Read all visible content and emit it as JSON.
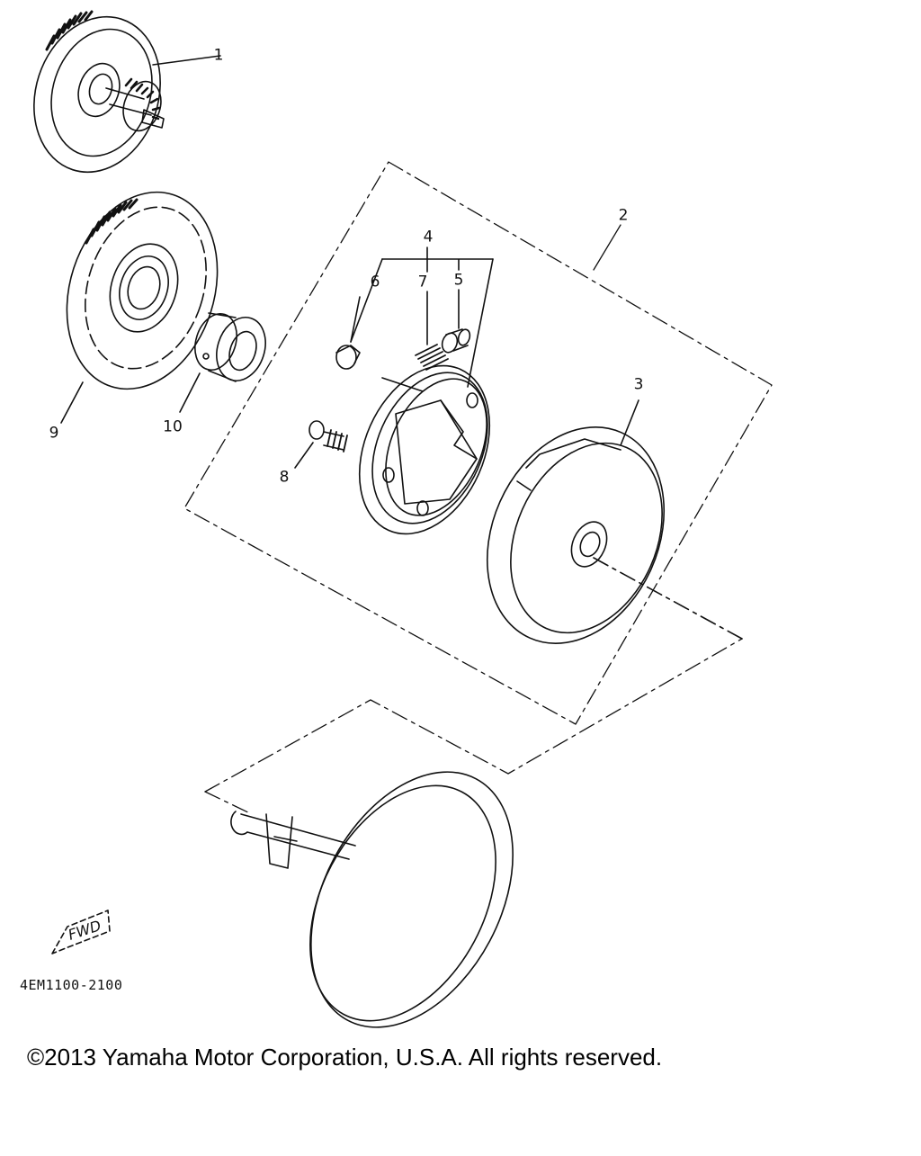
{
  "diagram": {
    "type": "exploded-parts-diagram",
    "callouts": {
      "part_1": "1",
      "part_2": "2",
      "part_3": "3",
      "part_4": "4",
      "part_5": "5",
      "part_6": "6",
      "part_7": "7",
      "part_8": "8",
      "part_9": "9",
      "part_10": "10"
    },
    "direction_marker": "FWD",
    "diagram_code": "4EM1100-2100",
    "colors": {
      "ink": "#111111",
      "background": "#ffffff"
    }
  },
  "footer": {
    "copyright": "©2013 Yamaha Motor Corporation, U.S.A. All rights reserved."
  }
}
